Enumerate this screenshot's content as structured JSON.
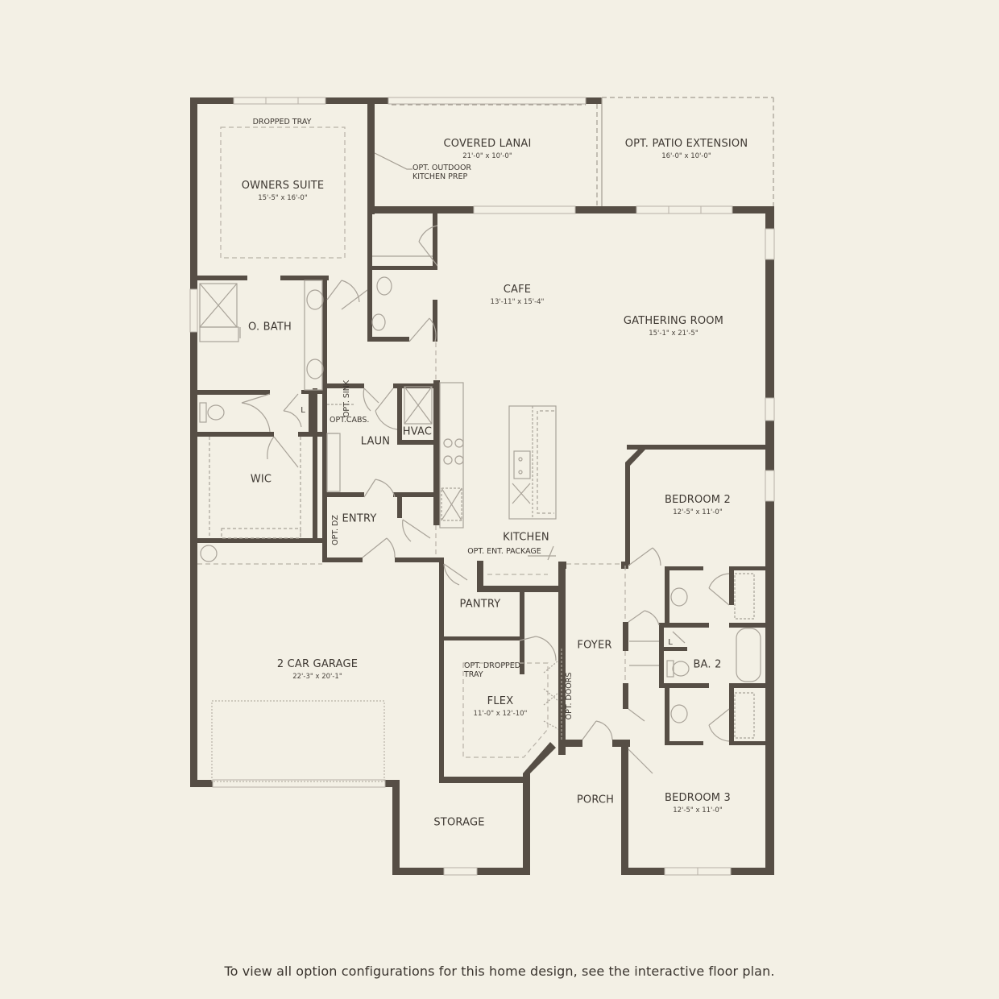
{
  "plan": {
    "rooms": {
      "owners_suite": {
        "name": "OWNERS SUITE",
        "dim": "15'-5\" x 16'-0\"",
        "note": "DROPPED TRAY"
      },
      "covered_lanai": {
        "name": "COVERED LANAI",
        "dim": "21'-0\" x 10'-0\"",
        "note": "OPT. OUTDOOR",
        "note2": "KITCHEN PREP"
      },
      "patio_extension": {
        "name": "OPT. PATIO EXTENSION",
        "dim": "16'-0\" x 10'-0\""
      },
      "cafe": {
        "name": "CAFE",
        "dim": "13'-11\" x 15'-4\""
      },
      "gathering_room": {
        "name": "GATHERING ROOM",
        "dim": "15'-1\" x 21'-5\""
      },
      "o_bath": {
        "name": "O. BATH"
      },
      "linen_owner": {
        "name": "L"
      },
      "wic": {
        "name": "WIC"
      },
      "laun": {
        "name": "LAUN",
        "opt_sink": "OPT. SINK",
        "opt_cabs": "OPT.CABS."
      },
      "hvac": {
        "name": "HVAC"
      },
      "entry": {
        "name": "ENTRY",
        "opt_dz": "OPT. DZ"
      },
      "kitchen": {
        "name": "KITCHEN",
        "note": "OPT. ENT. PACKAGE"
      },
      "pantry": {
        "name": "PANTRY"
      },
      "bedroom2": {
        "name": "BEDROOM 2",
        "dim": "12'-5\" x 11'-0\""
      },
      "ba2": {
        "name": "BA. 2",
        "linen": "L"
      },
      "foyer": {
        "name": "FOYER"
      },
      "flex": {
        "name": "FLEX",
        "dim": "11'-0\" x 12'-10\"",
        "note": "OPT. DROPPED",
        "note2": "TRAY",
        "doors": "OPT. DOORS"
      },
      "garage": {
        "name": "2 CAR GARAGE",
        "dim": "22'-3\" x 20'-1\""
      },
      "storage": {
        "name": "STORAGE"
      },
      "porch": {
        "name": "PORCH"
      },
      "bedroom3": {
        "name": "BEDROOM 3",
        "dim": "12'-5\" x 11'-0\""
      }
    },
    "colors": {
      "background": "#f3f0e5",
      "wall": "#564e45",
      "fixture": "#a9a399",
      "dashed": "#b8b2a8"
    }
  },
  "footer": {
    "text": "To view all option configurations for this home design, see the interactive floor plan."
  }
}
